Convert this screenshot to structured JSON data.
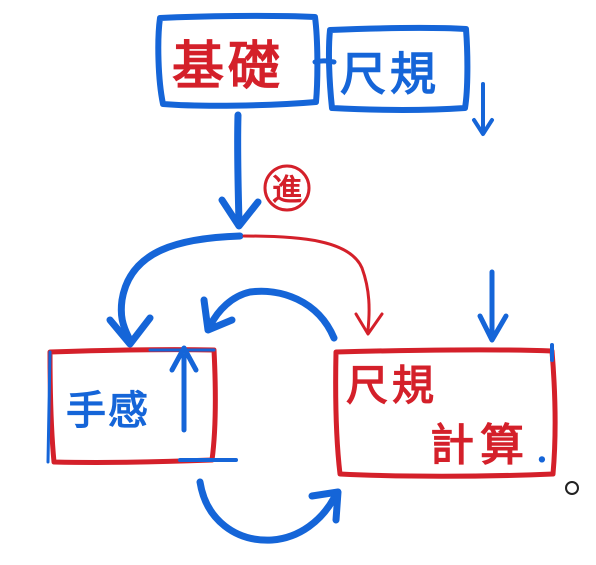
{
  "colors": {
    "blue_ink": "#1565d8",
    "red_ink": "#d4202a",
    "background": "#ffffff"
  },
  "nodes": {
    "kiso": {
      "text": "基礎"
    },
    "shakki_top": {
      "text": "尺規"
    },
    "tezawari": {
      "text": "手感"
    },
    "shakki_calc_line1": {
      "text": "尺規"
    },
    "shakki_calc_line2": {
      "text": "計算"
    },
    "shakki_calc_dot": {
      "text": "."
    }
  },
  "annotations": {
    "circled_label": {
      "text": "進"
    }
  },
  "icons": {
    "cursor": "cursor-ring-icon"
  }
}
